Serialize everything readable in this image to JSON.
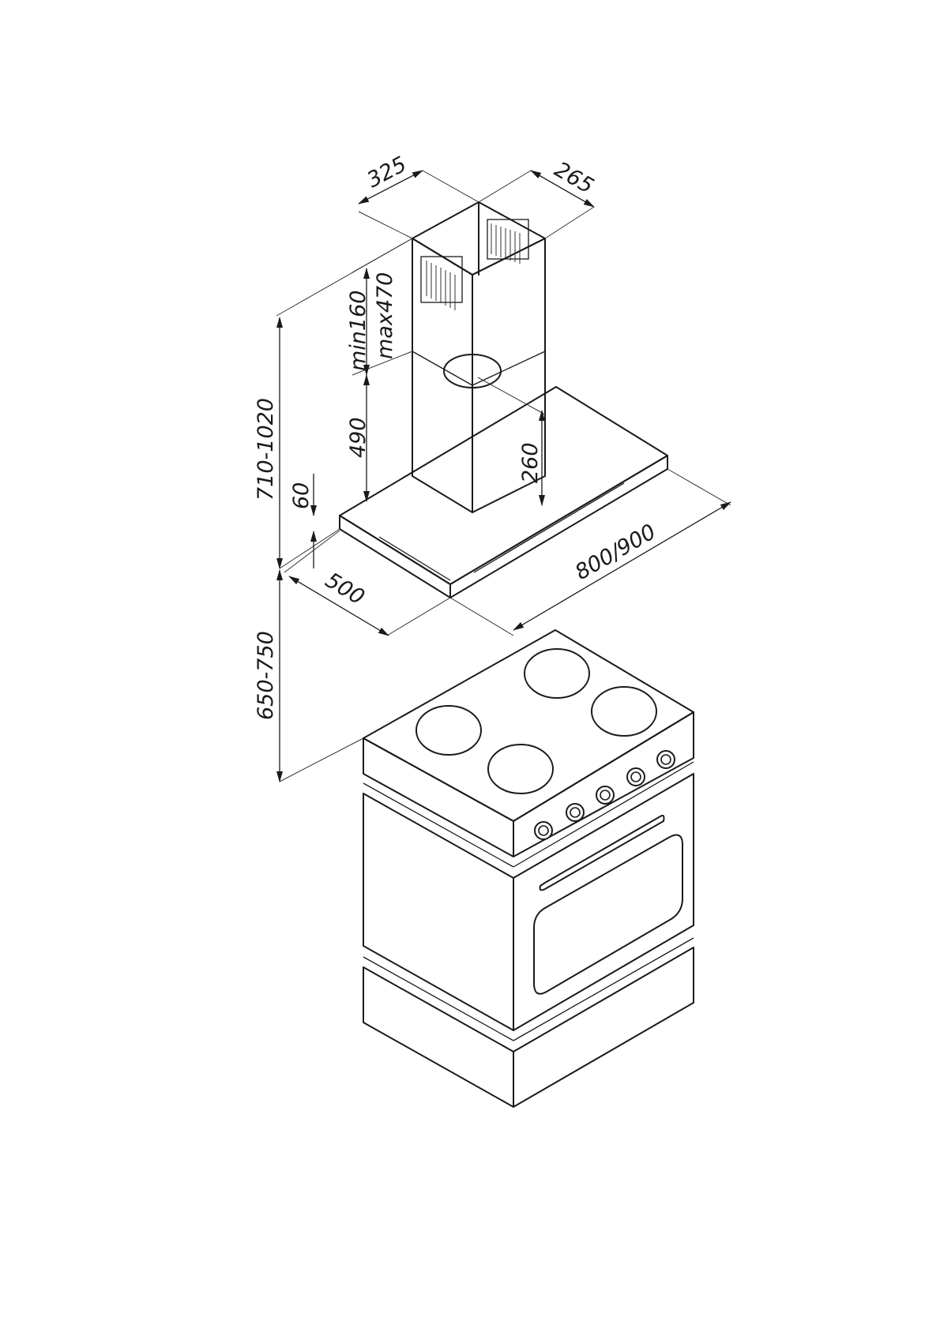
{
  "dimensions": {
    "chimney_width": "325",
    "chimney_depth": "265",
    "min_upper": "min160",
    "max_upper": "max470",
    "lower_chimney": "490",
    "inlet_offset": "260",
    "total_height": "710-1020",
    "canopy_height": "60",
    "hood_depth": "500",
    "hood_width": "800/900",
    "mount_height": "650-750"
  },
  "colors": {
    "line": "#1a1a1a",
    "background": "#ffffff"
  },
  "icons": [
    "arrow-icon",
    "vent-slots-icon",
    "knob-icon",
    "burner-icon"
  ]
}
